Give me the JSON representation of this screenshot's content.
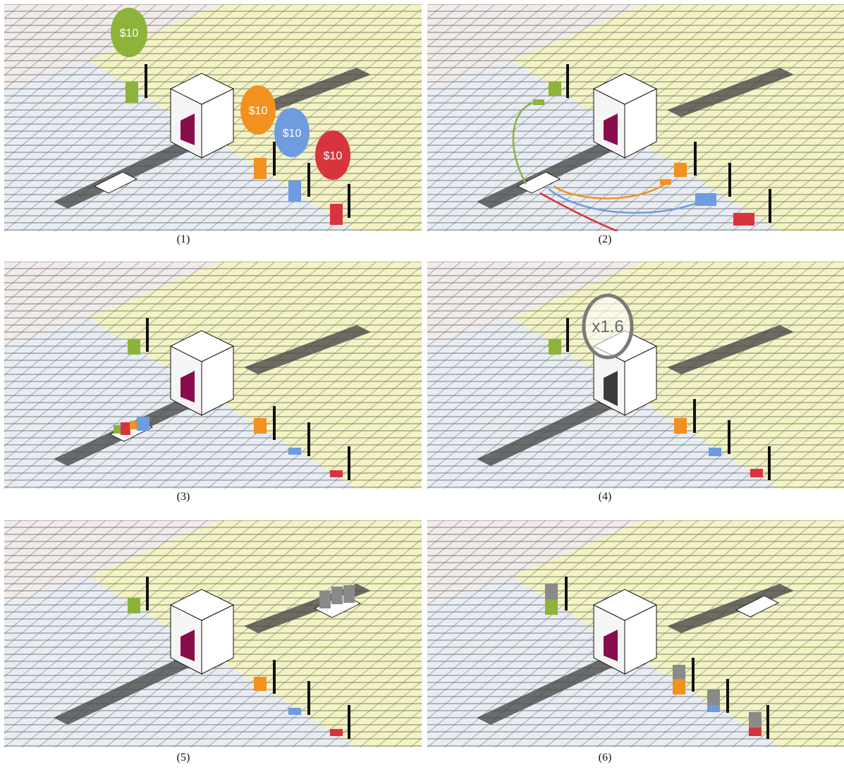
{
  "panels": [
    {
      "caption": "(1)",
      "tags": [
        "$10",
        "$10",
        "$10",
        "$10"
      ]
    },
    {
      "caption": "(2)"
    },
    {
      "caption": "(3)"
    },
    {
      "caption": "(4)",
      "multiplier": "x1.6"
    },
    {
      "caption": "(5)"
    },
    {
      "caption": "(6)"
    }
  ],
  "colors": {
    "green": "#8db33a",
    "orange": "#f29020",
    "blue": "#6f9be0",
    "red": "#d8343e",
    "gray": "#8a8a8a",
    "floor_yellow": "#f3f3c4",
    "floor_blue": "#e7edf3",
    "floor_pink": "#f1ebea",
    "tunnel": "#880d4b"
  }
}
